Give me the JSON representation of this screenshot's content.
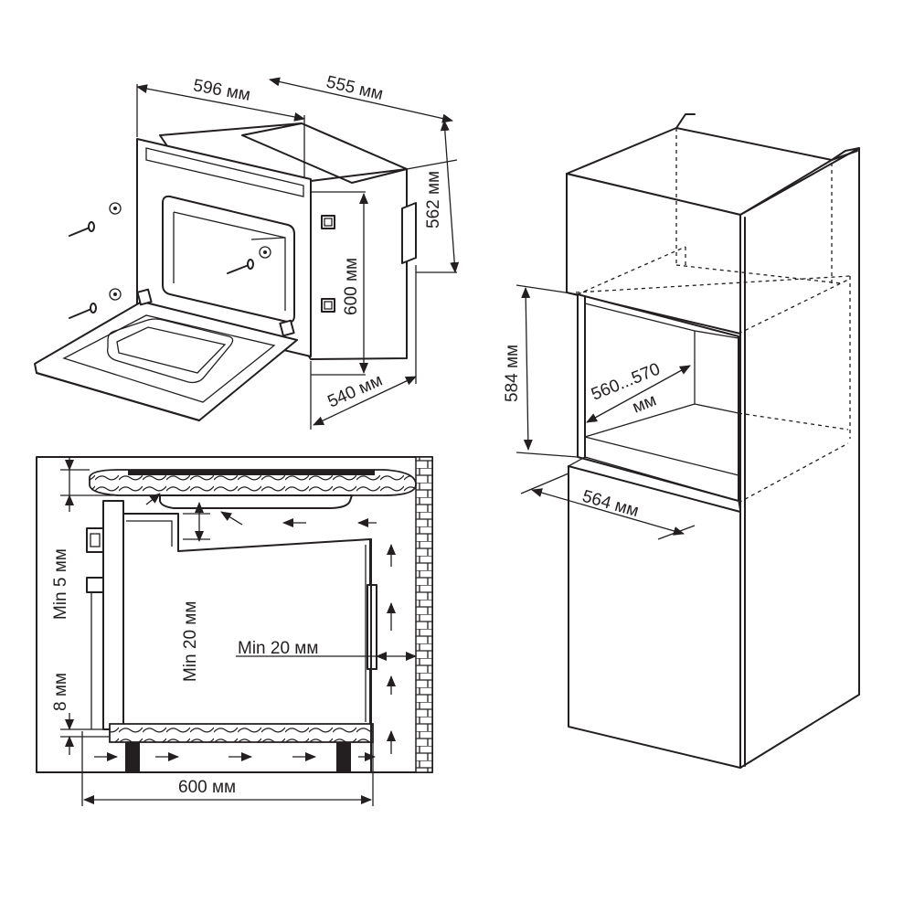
{
  "oven_dims": {
    "width": "596 мм",
    "depth": "555 мм",
    "height_side": "562 мм",
    "height_front": "600 мм",
    "depth_bottom": "540 мм"
  },
  "cabinet_dims": {
    "niche_height": "584 мм",
    "niche_depth_line1": "560...570",
    "niche_depth_line2": "мм",
    "niche_width": "564 мм"
  },
  "section_dims": {
    "min_top": "Min 5 мм",
    "min_gap": "Min 20 мм",
    "min_back": "Min 20 мм",
    "bottom_gap": "8 мм",
    "width": "600 мм"
  }
}
